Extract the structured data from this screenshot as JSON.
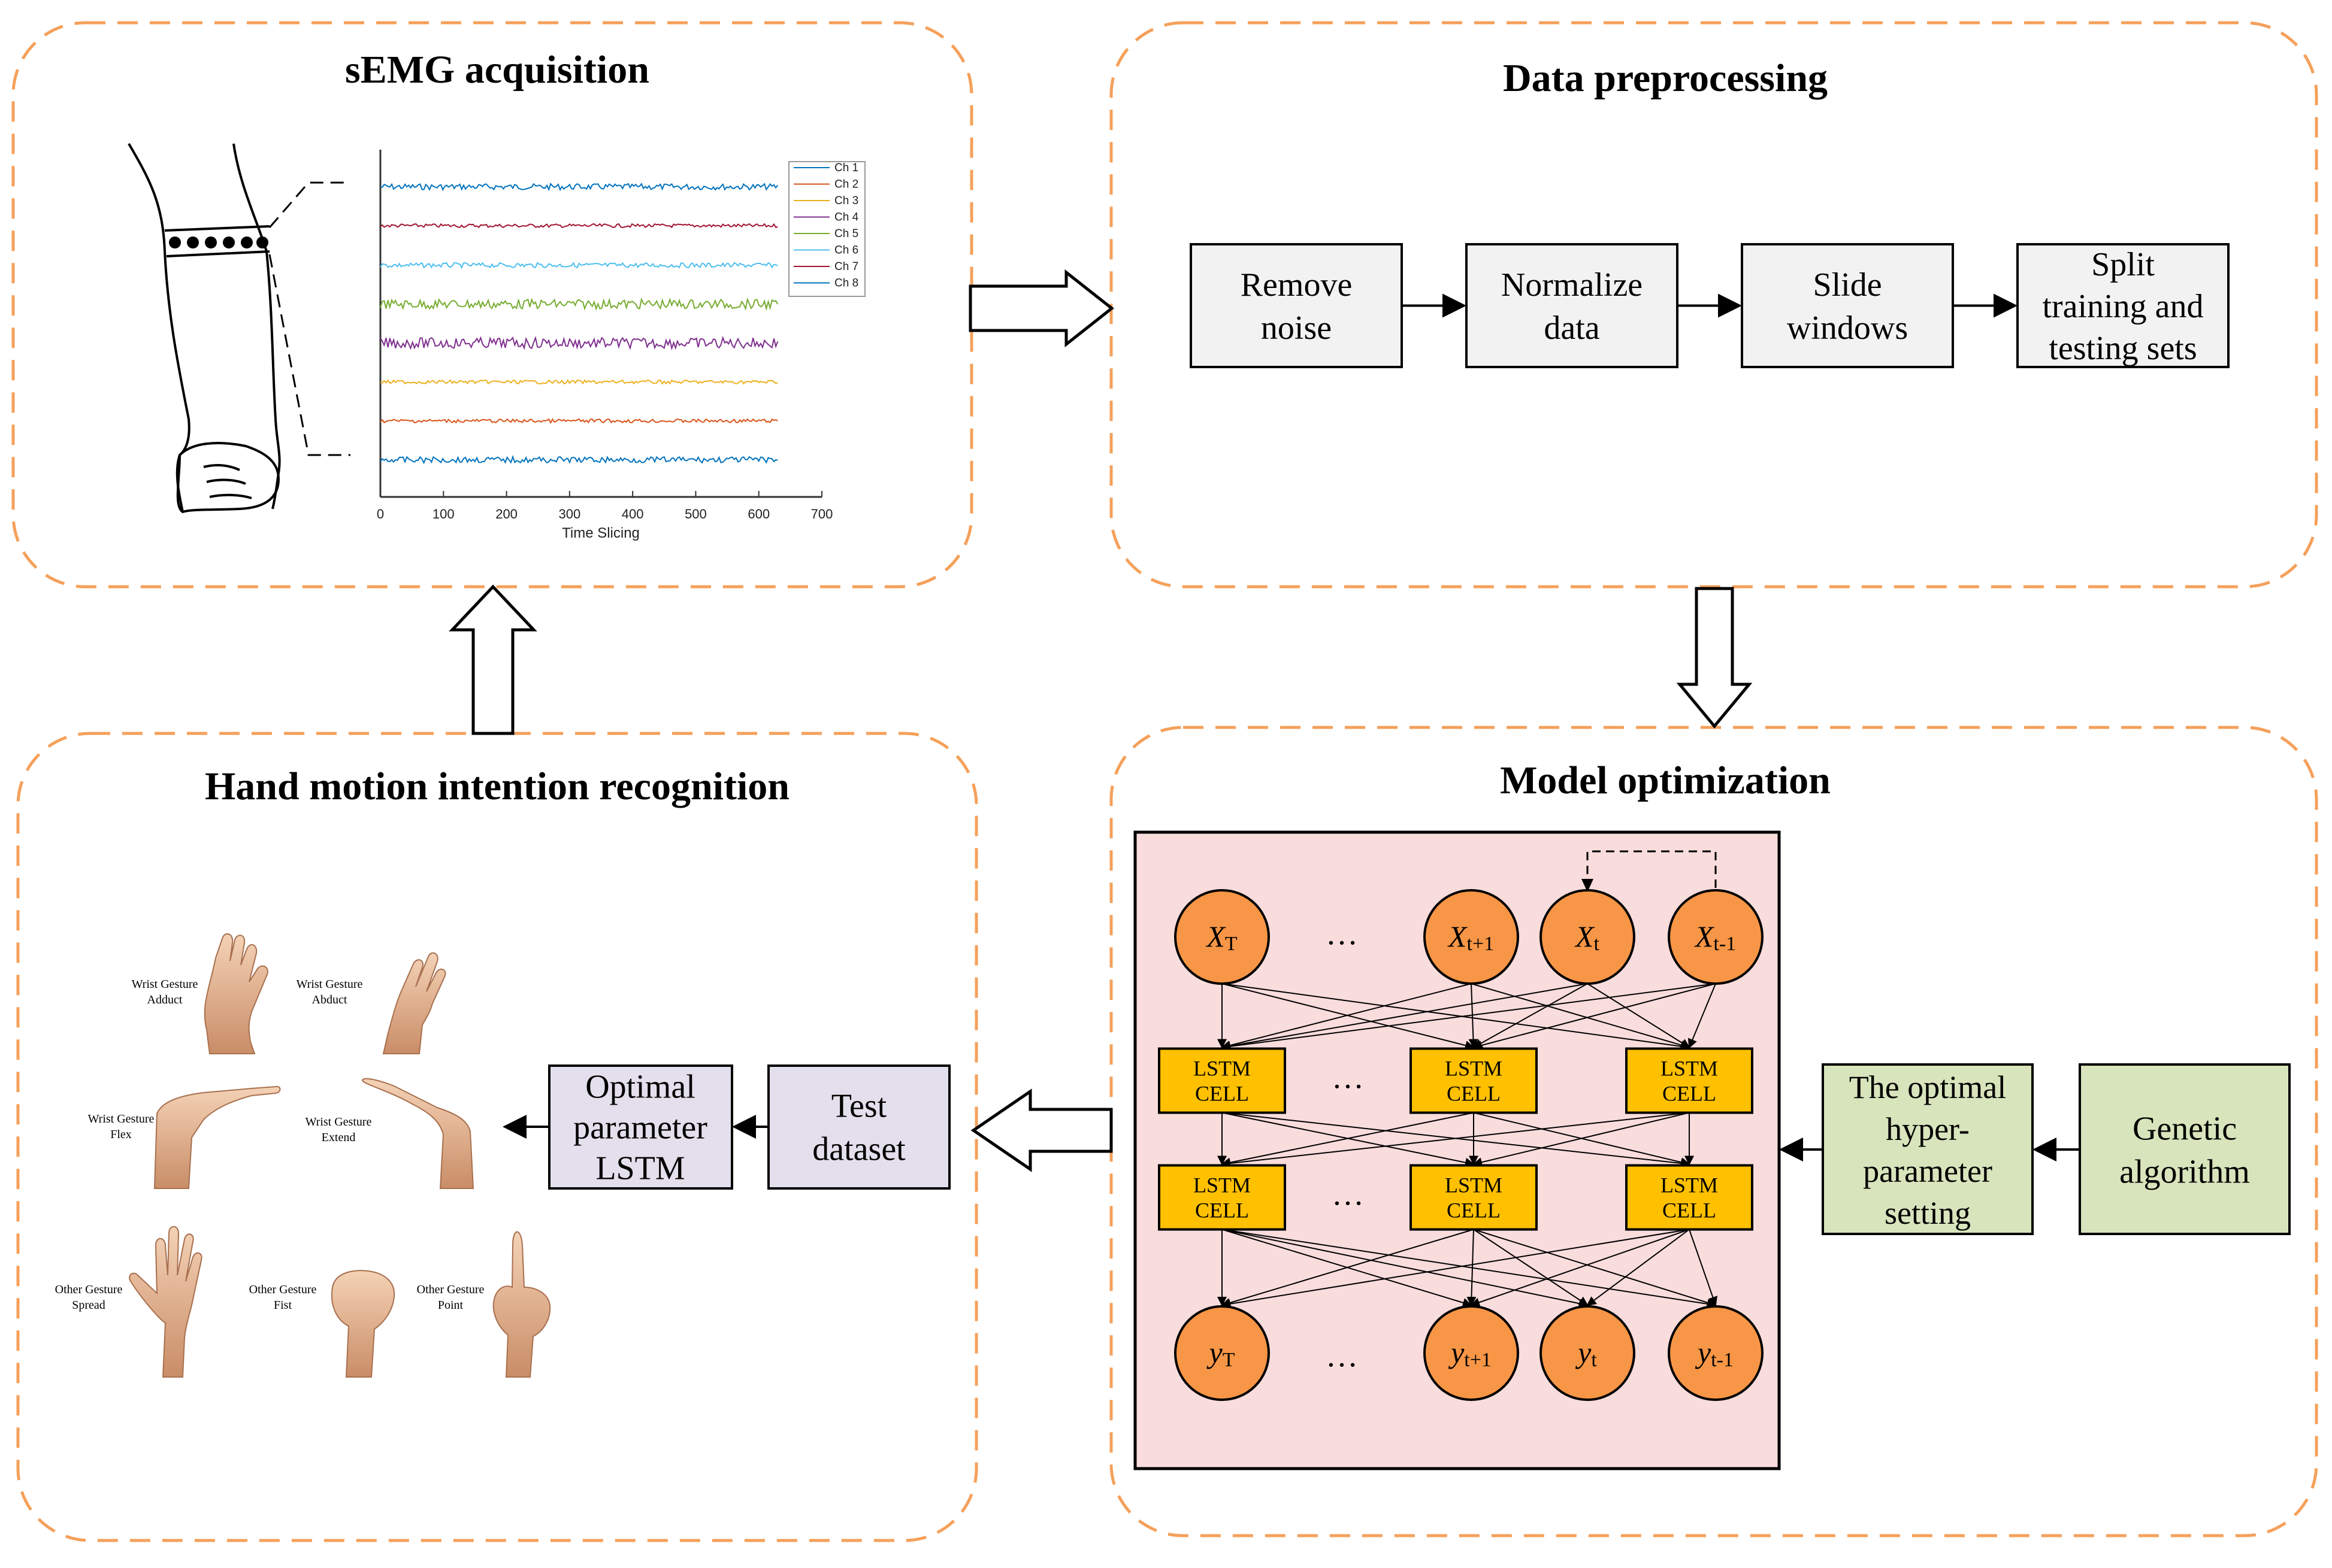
{
  "panels": {
    "semg": {
      "title": "sEMG acquisition"
    },
    "preprocess": {
      "title": "Data preprocessing"
    },
    "recognition": {
      "title": "Hand motion intention recognition"
    },
    "model": {
      "title": "Model optimization"
    }
  },
  "semg_plot": {
    "legend": [
      "Ch 1",
      "Ch 2",
      "Ch 3",
      "Ch 4",
      "Ch 5",
      "Ch 6",
      "Ch 7",
      "Ch 8"
    ],
    "channel_colors": [
      "#0072BD",
      "#D95319",
      "#EDB120",
      "#7E2F8E",
      "#77AC30",
      "#4DBEEE",
      "#A2142F",
      "#0072BD"
    ],
    "trace_colors": [
      "#0072BD",
      "#A2142F",
      "#4DBEEE",
      "#77AC30",
      "#7E2F8E",
      "#EDB120",
      "#D95319",
      "#0072BD"
    ],
    "x_ticks": [
      "0",
      "100",
      "200",
      "300",
      "400",
      "500",
      "600",
      "700"
    ],
    "x_label": "Time Slicing",
    "x_range": [
      0,
      700
    ],
    "series_length": 630
  },
  "preprocess_steps": [
    {
      "lines": [
        "Remove",
        "noise"
      ]
    },
    {
      "lines": [
        "Normalize",
        "data"
      ]
    },
    {
      "lines": [
        "Slide",
        "windows"
      ]
    },
    {
      "lines": [
        "Split",
        "training and",
        "testing sets"
      ]
    }
  ],
  "recognition": {
    "test_dataset": [
      "Test",
      "dataset"
    ],
    "optimal_lstm": [
      "Optimal",
      "parameter",
      "LSTM"
    ],
    "gestures": [
      {
        "line1": "Wrist Gesture",
        "line2": "Adduct"
      },
      {
        "line1": "Wrist Gesture",
        "line2": "Abduct"
      },
      {
        "line1": "Wrist Gesture",
        "line2": "Flex"
      },
      {
        "line1": "Wrist Gesture",
        "line2": "Extend"
      },
      {
        "line1": "Other Gesture",
        "line2": "Spread"
      },
      {
        "line1": "Other Gesture",
        "line2": "Fist"
      },
      {
        "line1": "Other Gesture",
        "line2": "Point"
      }
    ]
  },
  "model": {
    "inputs": [
      {
        "base": "X",
        "sub": "T"
      },
      {
        "base": "X",
        "sub": "t+1"
      },
      {
        "base": "X",
        "sub": "t"
      },
      {
        "base": "X",
        "sub": "t-1"
      }
    ],
    "outputs": [
      {
        "base": "y",
        "sub": "T"
      },
      {
        "base": "y",
        "sub": "t+1"
      },
      {
        "base": "y",
        "sub": "t"
      },
      {
        "base": "y",
        "sub": "t-1"
      }
    ],
    "ellipsis": "…",
    "cell_label": [
      "LSTM",
      "CELL"
    ],
    "hyper": [
      "The optimal",
      "hyper-",
      "parameter",
      "setting"
    ],
    "genetic": [
      "Genetic",
      "algorithm"
    ]
  },
  "colors": {
    "dashed_border": "#F5A05A",
    "process_box": "#F2F2F2",
    "lstm_box": "#FFC000",
    "node_fill": "#F79646",
    "model_bg": "#F9DCDC",
    "purple_box": "#E4DFEC",
    "green_box": "#D8E4BC"
  }
}
